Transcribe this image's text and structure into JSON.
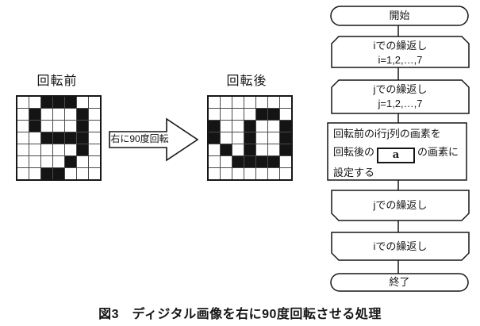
{
  "before": {
    "label": "回転前",
    "grid": [
      [
        0,
        0,
        1,
        1,
        1,
        0,
        0
      ],
      [
        0,
        1,
        0,
        0,
        0,
        1,
        0
      ],
      [
        0,
        1,
        0,
        0,
        0,
        1,
        0
      ],
      [
        0,
        0,
        1,
        1,
        1,
        1,
        0
      ],
      [
        0,
        0,
        0,
        0,
        0,
        1,
        0
      ],
      [
        0,
        0,
        0,
        0,
        1,
        0,
        0
      ],
      [
        0,
        0,
        1,
        1,
        0,
        0,
        0
      ]
    ]
  },
  "after": {
    "label": "回転後",
    "grid": [
      [
        0,
        0,
        0,
        0,
        0,
        0,
        0
      ],
      [
        0,
        0,
        0,
        0,
        1,
        1,
        0
      ],
      [
        1,
        0,
        0,
        1,
        0,
        0,
        1
      ],
      [
        1,
        0,
        0,
        1,
        0,
        0,
        1
      ],
      [
        0,
        1,
        0,
        1,
        0,
        0,
        1
      ],
      [
        0,
        0,
        1,
        1,
        1,
        1,
        0
      ],
      [
        0,
        0,
        0,
        0,
        0,
        0,
        0
      ]
    ]
  },
  "arrow": {
    "label": "右に90度回転"
  },
  "flowchart": {
    "start": "開始",
    "loop_i_start": {
      "line1": "iでの繰返し",
      "line2": "i=1,2,…,7"
    },
    "loop_j_start": {
      "line1": "jでの繰返し",
      "line2": "j=1,2,…,7"
    },
    "process": {
      "line1": "回転前のi行j列の画素を",
      "line2_prefix": "回転後の",
      "answer": "a",
      "line2_suffix": "の画素に",
      "line3": "設定する"
    },
    "loop_j_end": "jでの繰返し",
    "loop_i_end": "iでの繰返し",
    "end": "終了"
  },
  "caption": "図3　ディジタル画像を右に90度回転させる処理",
  "colors": {
    "ink": "#161616",
    "paper": "#ffffff",
    "grid_line": "#4a4a4a",
    "pixel_on": "#141414",
    "pixel_off": "#ffffff"
  }
}
